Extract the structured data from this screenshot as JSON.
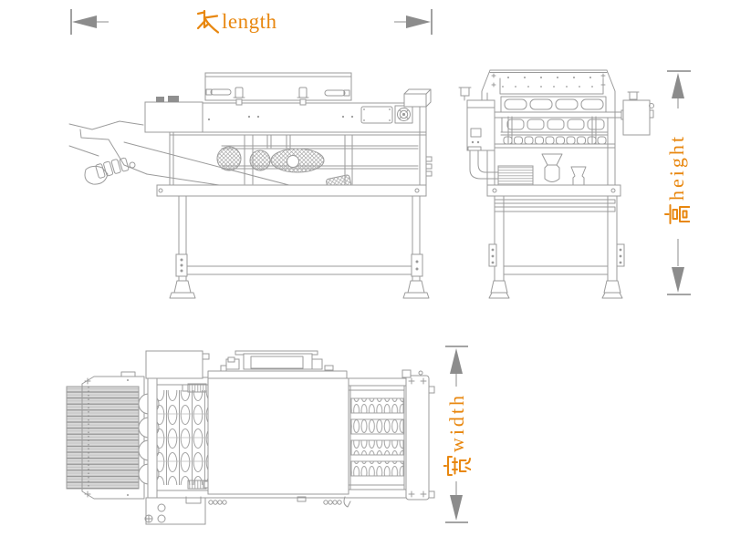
{
  "colors": {
    "label_orange": "#E8870F",
    "line_gray": "#9B9B9B",
    "arrow_gray": "#8C8C8C",
    "dim_tick_gray": "#6E6E6E",
    "background": "#FFFFFF"
  },
  "dimension_labels": {
    "length": {
      "cn": "长",
      "en": "length"
    },
    "height": {
      "cn": "高",
      "en": "height"
    },
    "width": {
      "cn": "宽",
      "en": "width"
    }
  },
  "icons": {
    "length_left": "arrow-left-filled",
    "length_right": "arrow-right-filled",
    "height_top": "arrow-up-filled",
    "height_bottom": "arrow-down-filled",
    "width_top": "arrow-up-filled",
    "width_bottom": "arrow-down-filled",
    "cjk_glyph_length": "长",
    "cjk_glyph_height": "高",
    "cjk_glyph_width": "宽"
  }
}
